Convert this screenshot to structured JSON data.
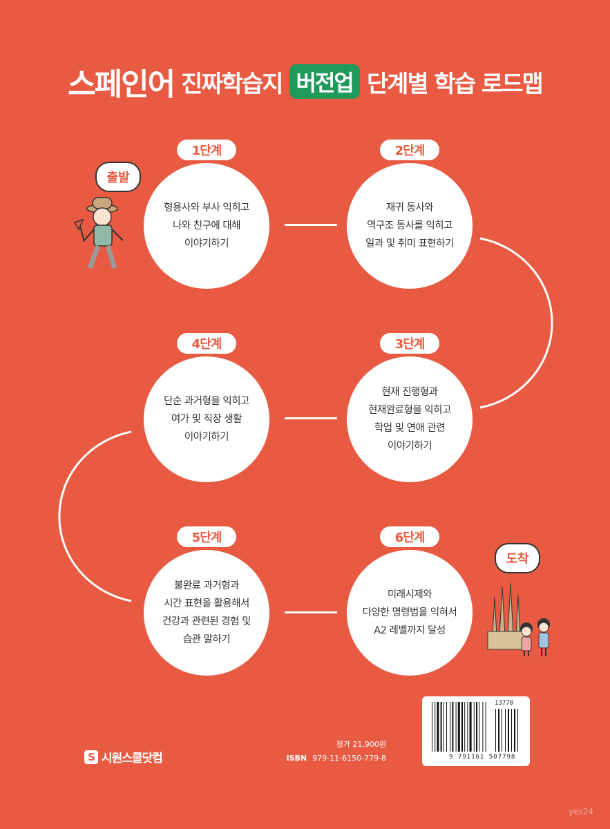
{
  "title": {
    "part1": "스페인어",
    "part2": "진짜학습지",
    "badge": "버전업",
    "part3": "단계별 학습 로드맵"
  },
  "start_bubble": "출발",
  "end_bubble": "도착",
  "steps": [
    {
      "label": "1단계",
      "text": "형용사와 부사 익히고\n나와 친구에 대해\n이야기하기"
    },
    {
      "label": "2단계",
      "text": "재귀 동사와\n역구조 동사를 익히고\n일과 및 취미 표현하기"
    },
    {
      "label": "3단계",
      "text": "현재 진행형과\n현재완료형을 익히고\n학업 및 연애 관련\n이야기하기"
    },
    {
      "label": "4단계",
      "text": "단순 과거형을 익히고\n여가 및 직장 생활\n이야기하기"
    },
    {
      "label": "5단계",
      "text": "불완료 과거형과\n시간 표현을 활용해서\n건강과 관련된 경험 및\n습관 말하기"
    },
    {
      "label": "6단계",
      "text": "미래시제와\n다양한 명령법을 익혀서\nA2 레벨까지 달성"
    }
  ],
  "price": "정가 21,900원",
  "isbn_label": "ISBN",
  "isbn_value": "979-11-6150-779-8",
  "barcode_number": "9 791161 507798",
  "barcode_addon": "13770",
  "publisher": {
    "logo_letter": "S",
    "name": "시원스쿨닷컴"
  },
  "watermark": "yes24",
  "colors": {
    "background": "#e85b42",
    "badge": "#1f9a5a"
  }
}
